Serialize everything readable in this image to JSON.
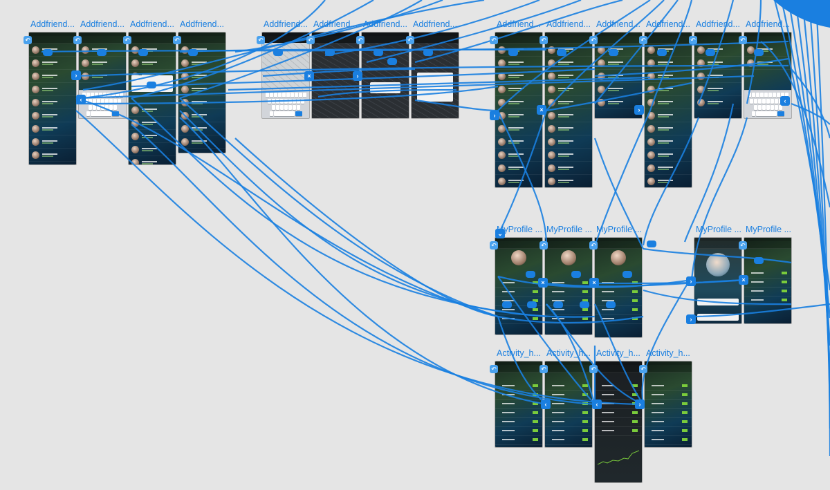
{
  "canvas": {
    "background": "#e5e5e5",
    "wire_color": "#1a7fe0"
  },
  "icons": {
    "back": "back-arrow-icon",
    "forward": "chevron-right-icon",
    "close": "close-x-icon",
    "down": "chevron-down-icon"
  },
  "artboards": [
    {
      "label": "Addfriend...",
      "kind": "list"
    },
    {
      "label": "Addfriend...",
      "kind": "list-keyboard"
    },
    {
      "label": "Addfriend...",
      "kind": "list-popup"
    },
    {
      "label": "Addfriend...",
      "kind": "list"
    },
    {
      "label": "Addfriend...",
      "kind": "map-keyboard"
    },
    {
      "label": "Addfriend...",
      "kind": "map"
    },
    {
      "label": "Addfriend...",
      "kind": "map-popup"
    },
    {
      "label": "Addfriend...",
      "kind": "map-card"
    },
    {
      "label": "Addfriend...",
      "kind": "list-long"
    },
    {
      "label": "Addfriend...",
      "kind": "list-long"
    },
    {
      "label": "Addfriend...",
      "kind": "list-long"
    },
    {
      "label": "Addfriend...",
      "kind": "list-long"
    },
    {
      "label": "Addfriend...",
      "kind": "list-long"
    },
    {
      "label": "Addfriend...",
      "kind": "list-keyboard"
    },
    {
      "label": "MyProfile ...",
      "kind": "profile"
    },
    {
      "label": "MyProfile ...",
      "kind": "profile"
    },
    {
      "label": "MyProfile ...",
      "kind": "profile"
    },
    {
      "label": "MyProfile ...",
      "kind": "profile-photo"
    },
    {
      "label": "MyProfile ...",
      "kind": "profile-edit"
    },
    {
      "label": "Activity_h...",
      "kind": "activity"
    },
    {
      "label": "Activity_h...",
      "kind": "activity"
    },
    {
      "label": "Activity_h...",
      "kind": "activity-chart"
    },
    {
      "label": "Activity_h...",
      "kind": "activity"
    }
  ]
}
